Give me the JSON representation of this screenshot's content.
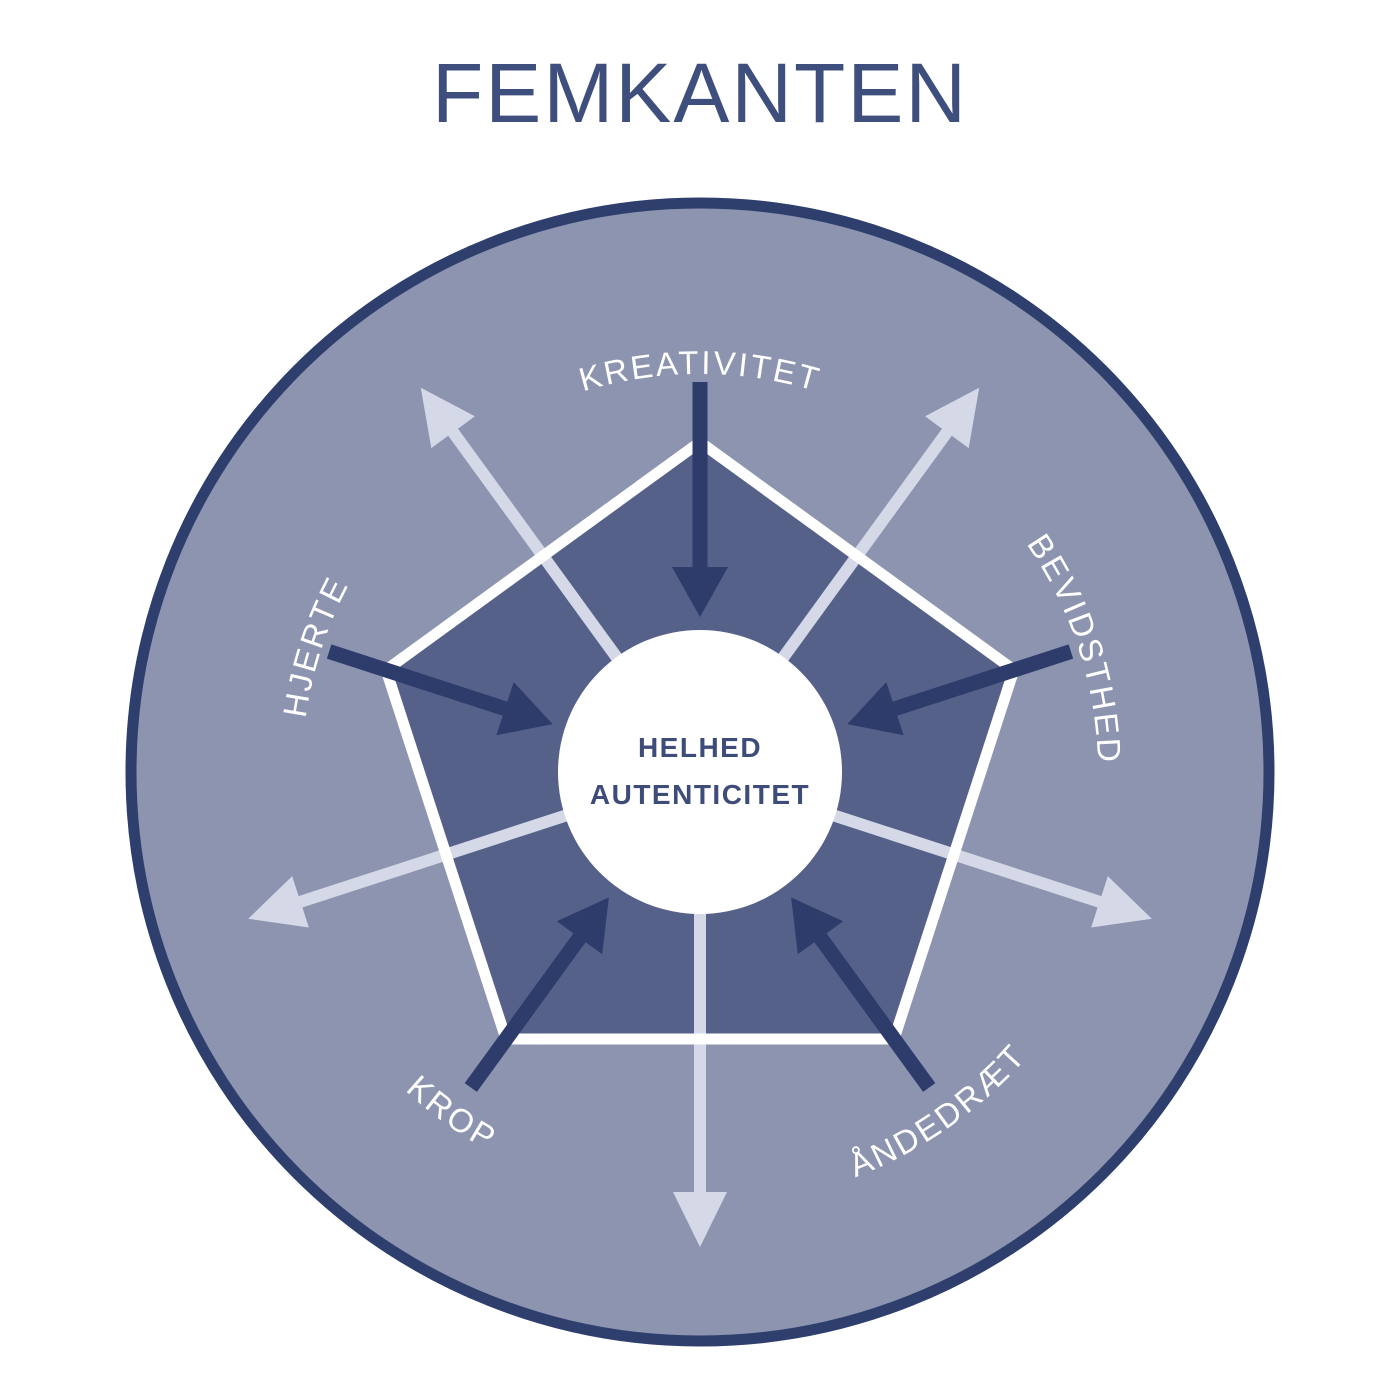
{
  "title": "FEMKANTEN",
  "diagram": {
    "center_circle": {
      "line1": "HELHED",
      "line2": "AUTENTICITET"
    },
    "vertex_labels": {
      "top": "KREATIVITET",
      "upper_right": "BEVIDSTHED",
      "lower_right": "ÅNDEDRÆT",
      "lower_left": "KROP",
      "upper_left": "HJERTE"
    },
    "arrows": {
      "inward_dark_arrows": 5,
      "outward_light_arrows": 5
    },
    "colors": {
      "background": "#ffffff",
      "outer_ring_stroke": "#2e3f6e",
      "circle_fill": "#8d94b0",
      "pentagon_fill": "#56618a",
      "pentagon_outline": "#ffffff",
      "outward_arrow": "#d5d9e7",
      "inward_arrow": "#2d3c6b",
      "center_circle_fill": "#ffffff",
      "center_text": "#3e4c7a",
      "label_text": "#ffffff",
      "title_text": "#3f4f7d"
    }
  }
}
